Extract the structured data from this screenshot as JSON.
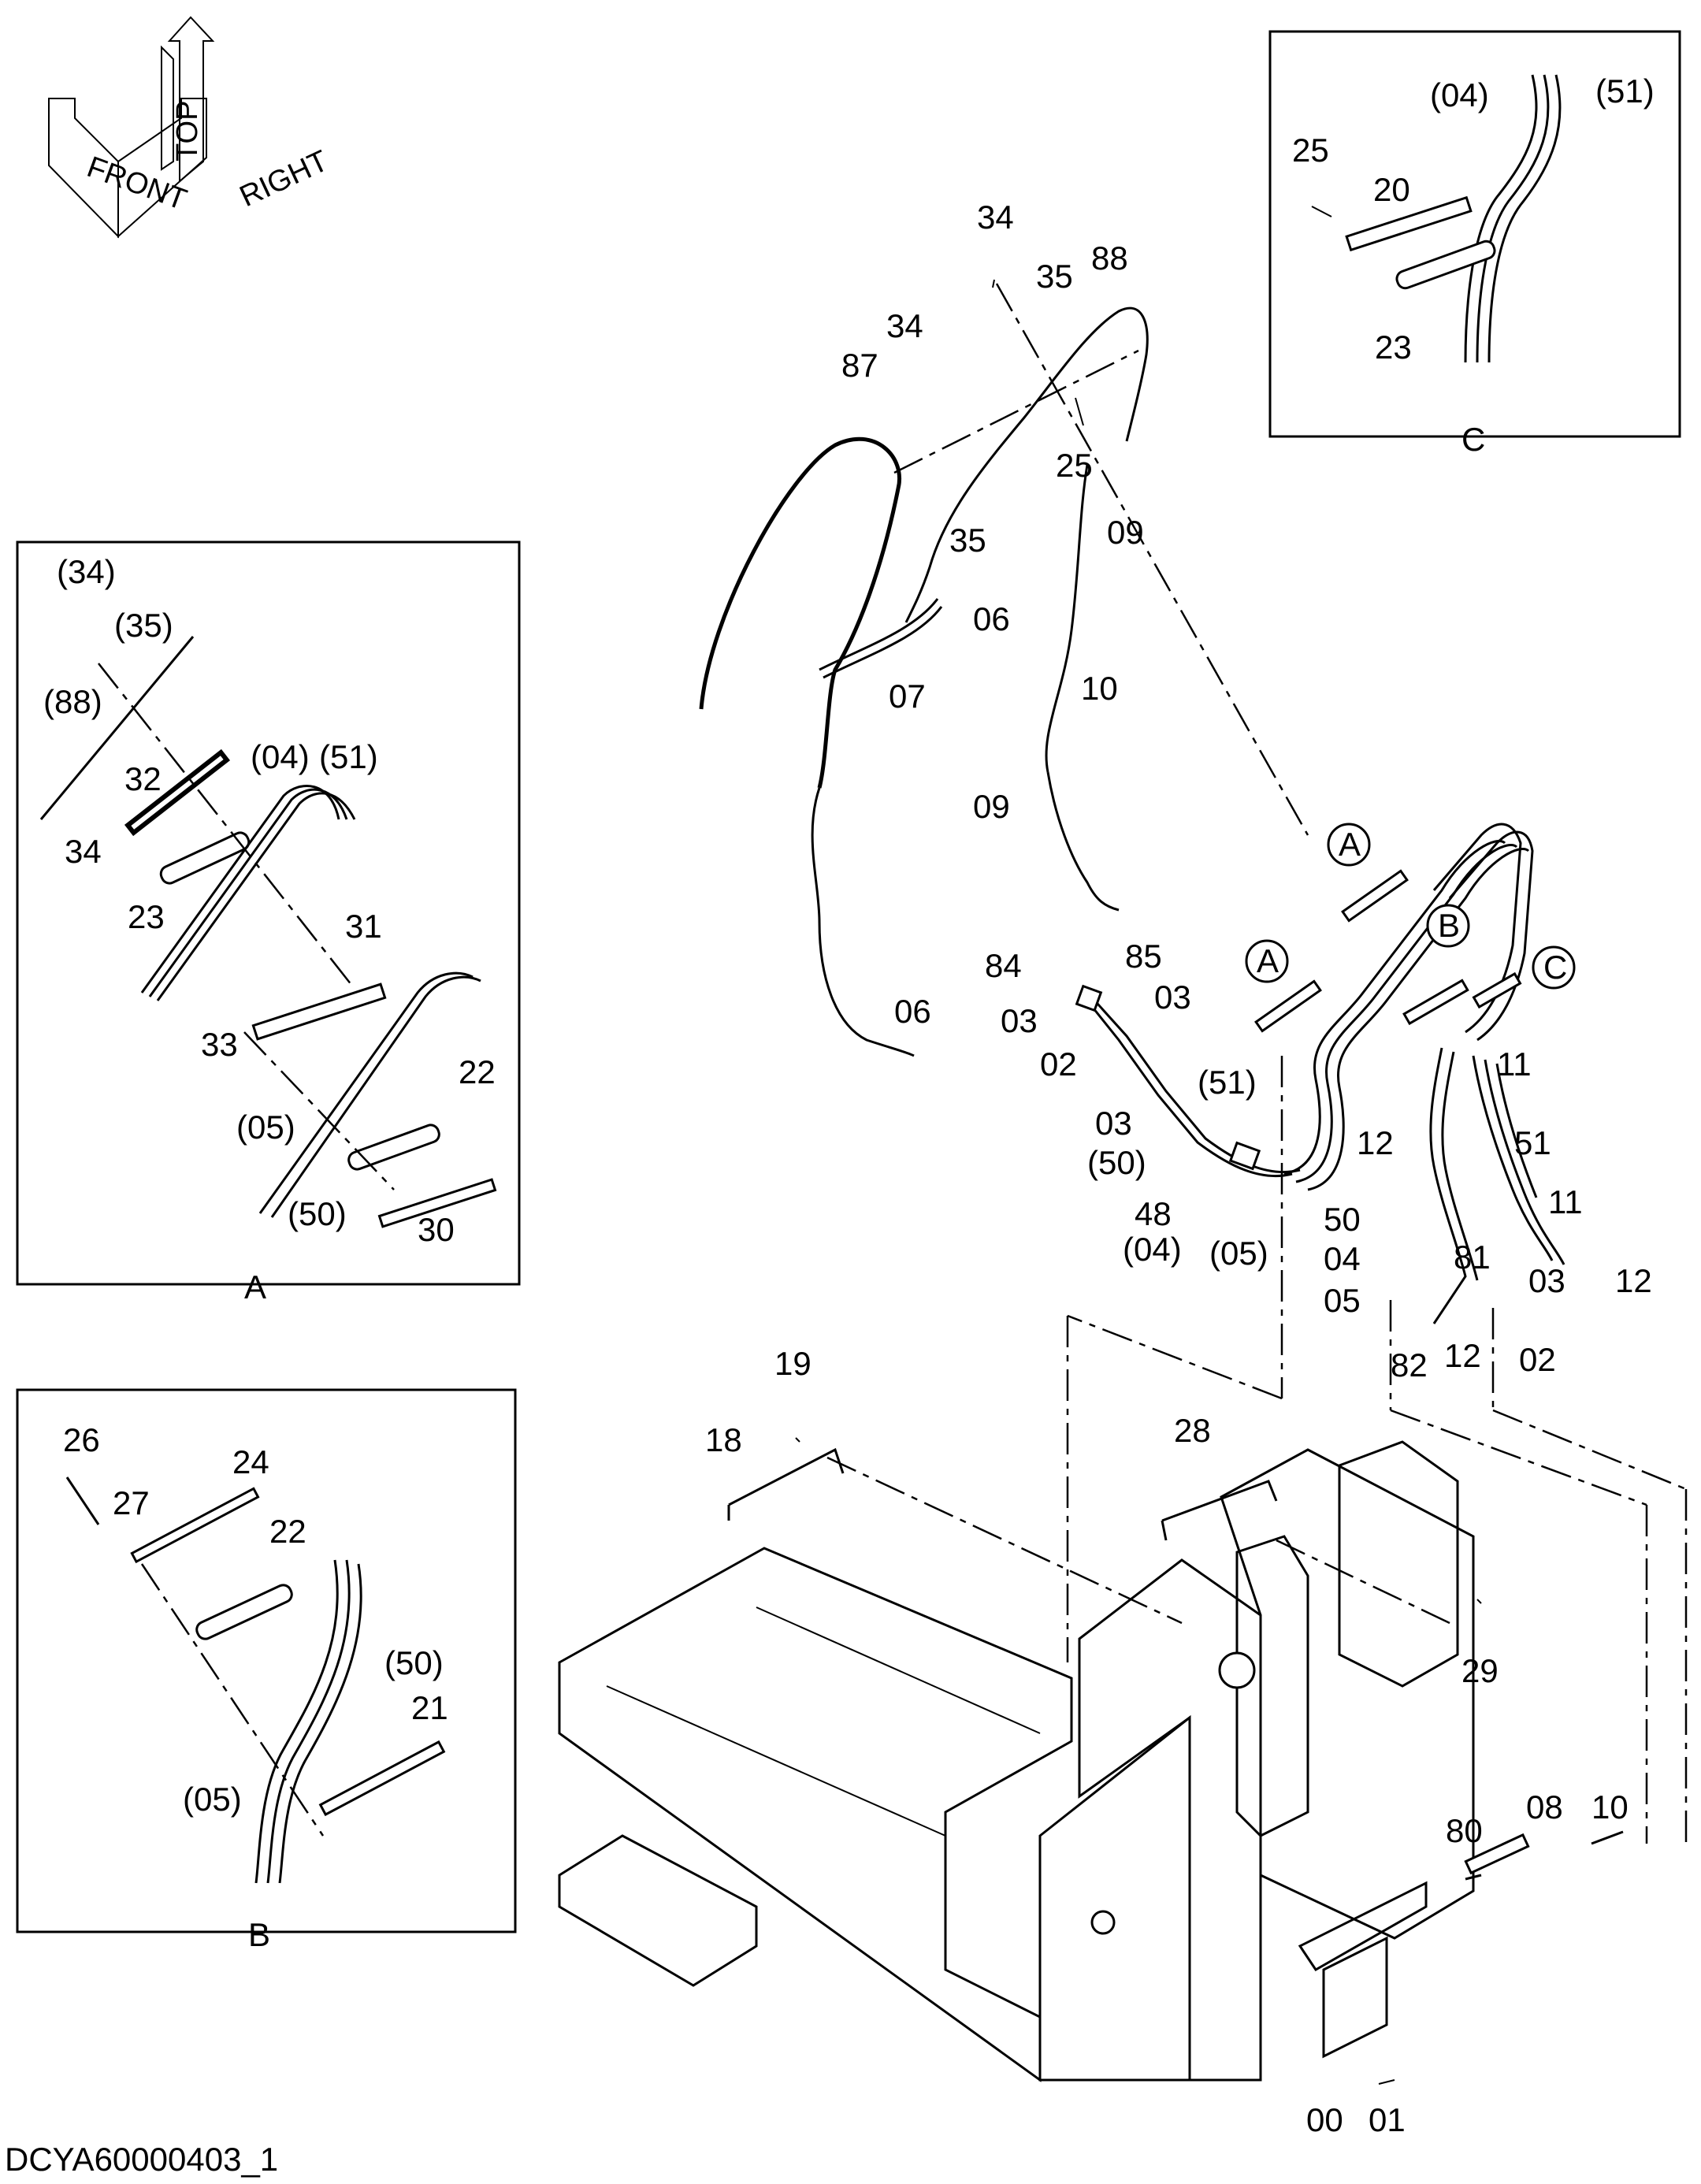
{
  "orientation": {
    "top": "TOP",
    "front": "FRONT",
    "right": "RIGHT"
  },
  "drawing_code": "DCYA60000403_1",
  "detail_a": {
    "caption": "A",
    "labels": [
      "(34)",
      "(35)",
      "(88)",
      "32",
      "(04)",
      "(51)",
      "34",
      "23",
      "31",
      "33",
      "22",
      "(05)",
      "(50)",
      "30"
    ]
  },
  "detail_b": {
    "caption": "B",
    "labels": [
      "26",
      "24",
      "27",
      "22",
      "(50)",
      "21",
      "(05)"
    ]
  },
  "detail_c": {
    "caption": "C",
    "labels": [
      "(04)",
      "(51)",
      "25",
      "20",
      "23"
    ]
  },
  "main_labels": {
    "hose_group": [
      "34",
      "35",
      "88",
      "34",
      "87",
      "25",
      "35",
      "09",
      "06",
      "07",
      "10",
      "09",
      "06"
    ],
    "fitting_group": [
      "84",
      "85",
      "03",
      "03",
      "02",
      "(51)",
      "03",
      "(50)",
      "48",
      "(04)",
      "(05)"
    ],
    "callouts": [
      "A",
      "A",
      "B",
      "C"
    ],
    "right_group": [
      "11",
      "12",
      "51",
      "50",
      "11",
      "04",
      "81",
      "12",
      "05",
      "03",
      "82",
      "12",
      "02"
    ],
    "lower_group": [
      "19",
      "18",
      "28",
      "29",
      "80",
      "08",
      "10",
      "00",
      "01"
    ]
  }
}
